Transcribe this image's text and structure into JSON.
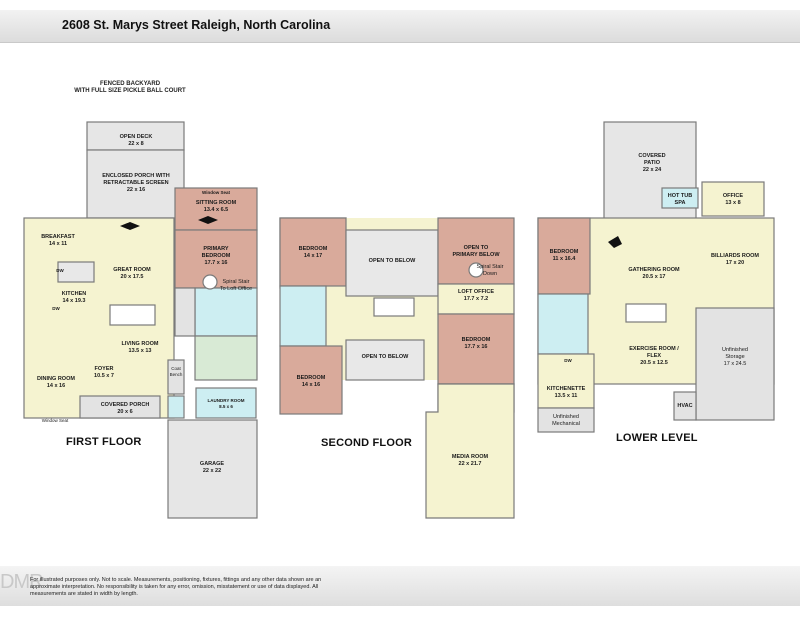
{
  "header": {
    "address": "2608 St. Marys Street   Raleigh, North Carolina"
  },
  "first_floor": {
    "label": "FIRST FLOOR",
    "backyard_note": "FENCED BACKYARD\nWITH FULL SIZE PICKLE BALL COURT",
    "rooms": {
      "open_deck": {
        "name": "OPEN DECK",
        "dims": "22 x 8"
      },
      "enclosed_porch": {
        "name": "ENCLOSED PORCH WITH\nRETRACTABLE SCREEN",
        "dims": "22 x 16"
      },
      "window_seat_top": {
        "name": "Window Seat"
      },
      "sitting_room": {
        "name": "SITTING ROOM",
        "dims": "13.4 x 6.5"
      },
      "breakfast": {
        "name": "BREAKFAST",
        "dims": "14 x 11"
      },
      "great_room": {
        "name": "GREAT ROOM",
        "dims": "20 x 17.5"
      },
      "primary_bedroom": {
        "name": "PRIMARY\nBEDROOM",
        "dims": "17.7 x 16"
      },
      "kitchen": {
        "name": "KITCHEN",
        "dims": "14 x 19.3"
      },
      "spiral_stair": {
        "name": "Spiral Stair\nTo Loft Office"
      },
      "living_room": {
        "name": "LIVING ROOM",
        "dims": "13.5 x 13"
      },
      "foyer": {
        "name": "FOYER",
        "dims": "10.5 x 7"
      },
      "dining_room": {
        "name": "DINING ROOM",
        "dims": "14 x 16"
      },
      "coat_bench": {
        "name": "Coat\nBench"
      },
      "laundry_room": {
        "name": "LAUNDRY ROOM",
        "dims": "8.5 x 6"
      },
      "covered_porch": {
        "name": "COVERED PORCH",
        "dims": "20 x 6"
      },
      "window_seat_bottom": {
        "name": "Window Seat"
      },
      "garage": {
        "name": "GARAGE",
        "dims": "22 x 22"
      },
      "dw1": {
        "name": "DW"
      },
      "dw2": {
        "name": "DW"
      }
    }
  },
  "second_floor": {
    "label": "SECOND FLOOR",
    "rooms": {
      "bedroom_a": {
        "name": "BEDROOM",
        "dims": "14 x 17"
      },
      "open_below_a": {
        "name": "OPEN TO BELOW"
      },
      "open_primary_below": {
        "name": "OPEN TO\nPRIMARY BELOW"
      },
      "spiral_down": {
        "name": "Spiral Stair\nDown"
      },
      "loft_office": {
        "name": "LOFT OFFICE",
        "dims": "17.7 x 7.2"
      },
      "open_below_b": {
        "name": "OPEN TO BELOW"
      },
      "bedroom_b": {
        "name": "BEDROOM",
        "dims": "17.7 x 16"
      },
      "bedroom_c": {
        "name": "BEDROOM",
        "dims": "14 x 16"
      },
      "media_room": {
        "name": "MEDIA ROOM",
        "dims": "22 x 21.7"
      }
    }
  },
  "lower_level": {
    "label": "LOWER LEVEL",
    "rooms": {
      "covered_patio": {
        "name": "COVERED\nPATIO",
        "dims": "22 x 24"
      },
      "hot_tub": {
        "name": "HOT TUB\nSPA"
      },
      "office": {
        "name": "OFFICE",
        "dims": "13 x 8"
      },
      "bedroom": {
        "name": "BEDROOM",
        "dims": "11 x 16.4"
      },
      "gathering_room": {
        "name": "GATHERING ROOM",
        "dims": "20.5 x 17"
      },
      "billiards_room": {
        "name": "BILLIARDS ROOM",
        "dims": "17 x 20"
      },
      "exercise_room": {
        "name": "EXERCISE ROOM /\nFLEX",
        "dims": "20.5 x 12.5"
      },
      "unfinished_storage": {
        "name": "Unfinished\nStorage",
        "dims": "17 x 24.5"
      },
      "dw": {
        "name": "DW"
      },
      "kitchenette": {
        "name": "KITCHENETTE",
        "dims": "13.5 x 11"
      },
      "hvac": {
        "name": "HVAC"
      },
      "unfinished_mechanical": {
        "name": "Unfinished\nMechanical"
      }
    }
  },
  "footer": {
    "disclaimer": "For illustrated purposes only. Not to scale. Measurements, positioning, fixtures, fittings and any other data shown are an approximate interpretation. No responsibility is taken for any error, omission, misstatement or use of data displayed. All measurements are stated in width by length.",
    "watermark": "DMR"
  },
  "colors": {
    "pink": "#d9aa9b",
    "cream": "#f5f3d0",
    "blue": "#cdeef2",
    "grey": "#e3e3e3",
    "wall": "#777777"
  }
}
